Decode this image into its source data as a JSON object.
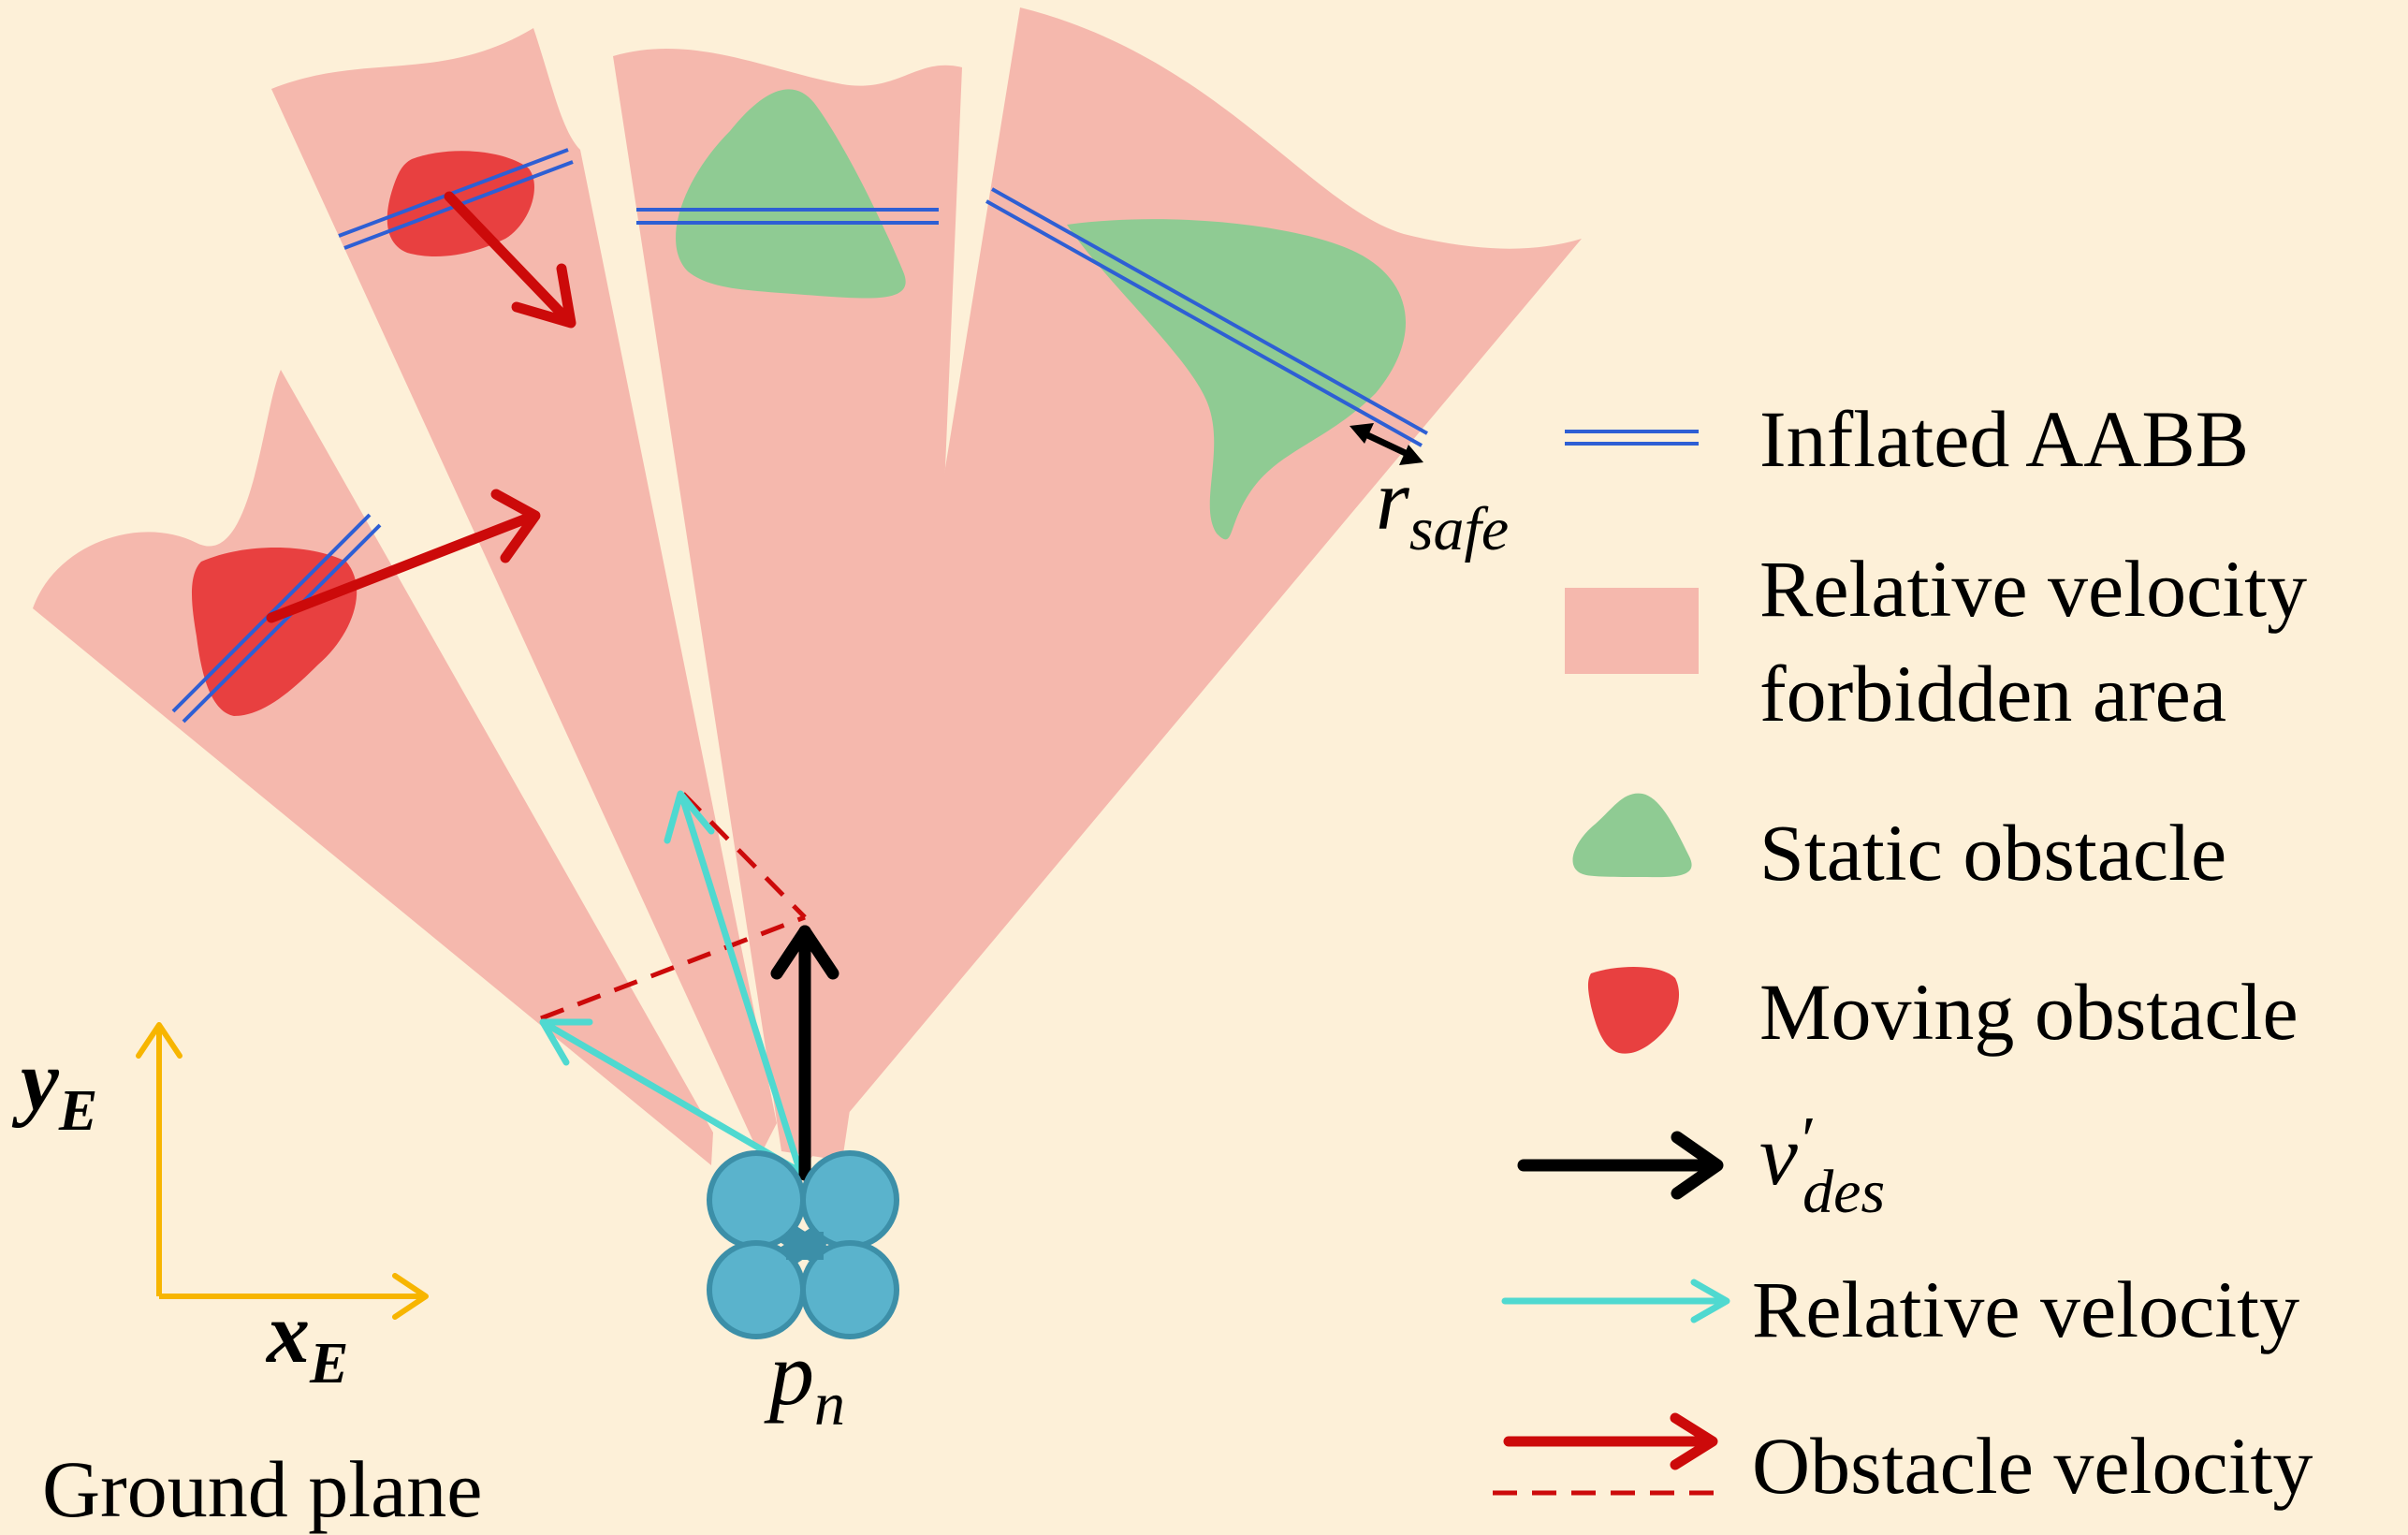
{
  "colors": {
    "background": "#fdf0d8",
    "forbidden_area": "#f5b8ad",
    "static_obstacle": "#8fcb93",
    "moving_obstacle": "#e84040",
    "aabb": "#2e5fd4",
    "desired_velocity": "#000000",
    "relative_velocity": "#4fd9d0",
    "obstacle_velocity": "#cc0a0a",
    "axis": "#f7b500",
    "drone": "#5ab3cc",
    "drone_dark": "#3c8fa8"
  },
  "labels": {
    "r_safe_main": "r",
    "r_safe_sub": "safe",
    "p_n_main": "p",
    "p_n_sub": "n",
    "y_axis_main": "y",
    "y_axis_sub": "E",
    "x_axis_main": "x",
    "x_axis_sub": "E",
    "ground_plane": "Ground plane"
  },
  "legend": {
    "inflated_aabb": "Inflated AABB",
    "forbidden_line1": "Relative velocity",
    "forbidden_line2": "forbidden area",
    "static_obstacle": "Static obstacle",
    "moving_obstacle": "Moving obstacle",
    "vdes_main": "v",
    "vdes_prime": "′",
    "vdes_sub": "des",
    "relative_velocity": "Relative velocity",
    "obstacle_velocity": "Obstacle velocity"
  }
}
